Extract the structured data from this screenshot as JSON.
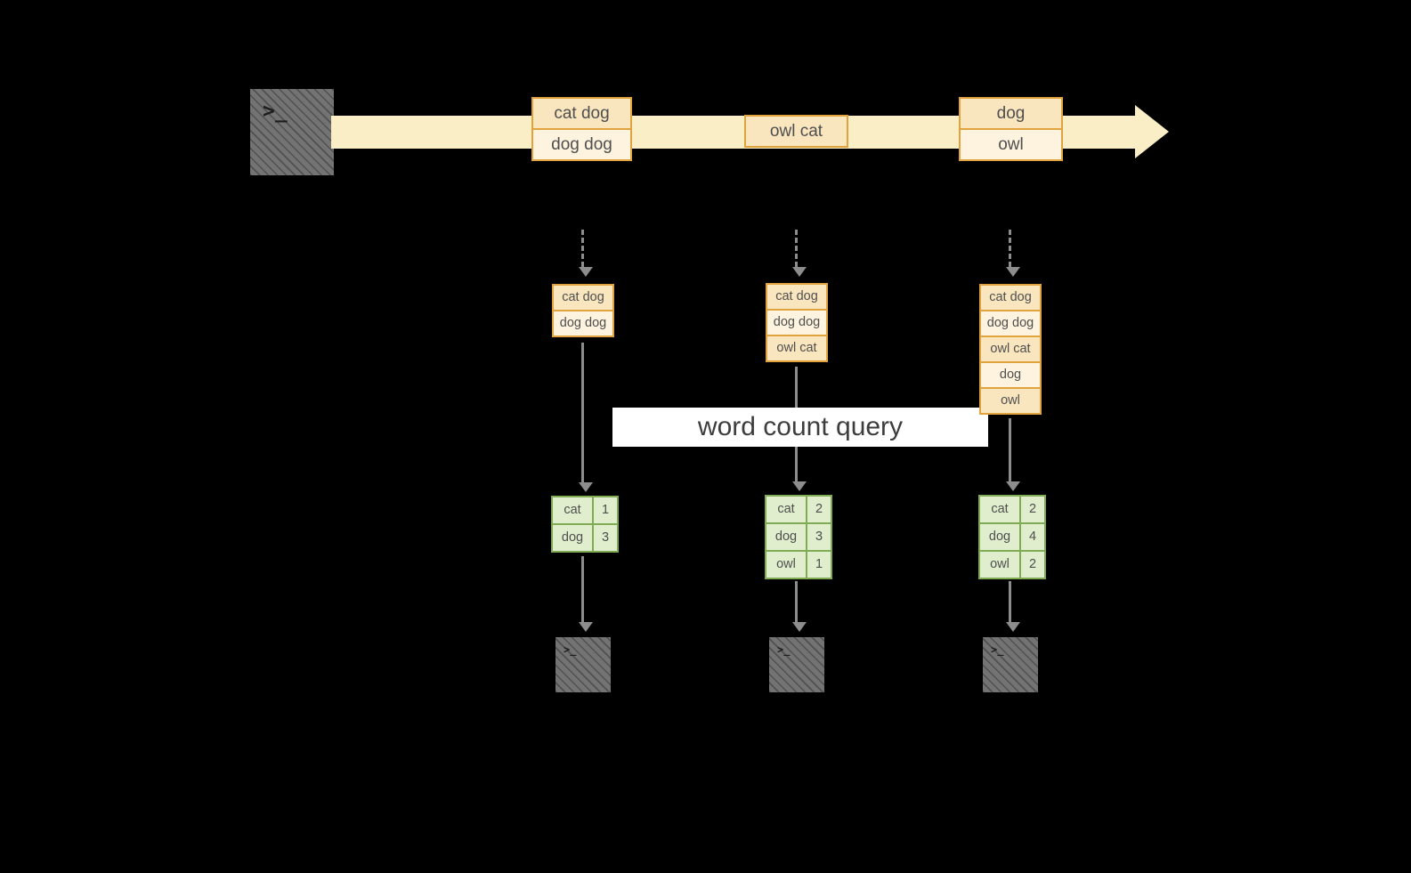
{
  "diagram": {
    "query_label": "word count query",
    "terminal_glyph": ">_",
    "colors": {
      "background": "#000000",
      "beam": "#faeec6",
      "box_border": "#e1a33d",
      "box_fill_dark": "#f9e6bf",
      "box_fill_light": "#fdf3de",
      "table_border_green": "#7fab54",
      "table_fill_green": "#e0eecd",
      "arrow_gray": "#8d8d8d",
      "terminal_gray": "#737373",
      "band_white": "#ffffff"
    },
    "beam_batches": [
      {
        "items": [
          "cat dog",
          "dog dog"
        ]
      },
      {
        "items": [
          "owl cat"
        ]
      },
      {
        "items": [
          "dog",
          "owl"
        ]
      }
    ],
    "columns": [
      {
        "window": [
          "cat dog",
          "dog dog"
        ],
        "counts": [
          {
            "word": "cat",
            "count": 1
          },
          {
            "word": "dog",
            "count": 3
          }
        ]
      },
      {
        "window": [
          "cat dog",
          "dog dog",
          "owl cat"
        ],
        "counts": [
          {
            "word": "cat",
            "count": 2
          },
          {
            "word": "dog",
            "count": 3
          },
          {
            "word": "owl",
            "count": 1
          }
        ]
      },
      {
        "window": [
          "cat dog",
          "dog dog",
          "owl cat",
          "dog",
          "owl"
        ],
        "counts": [
          {
            "word": "cat",
            "count": 2
          },
          {
            "word": "dog",
            "count": 4
          },
          {
            "word": "owl",
            "count": 2
          }
        ]
      }
    ]
  }
}
